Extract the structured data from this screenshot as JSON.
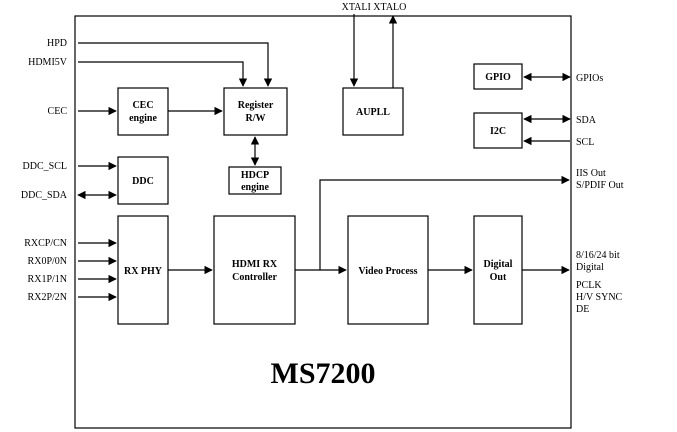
{
  "chip_title": "MS7200",
  "blocks": {
    "cec_engine": [
      "CEC",
      "engine"
    ],
    "register_rw": [
      "Register",
      "R/W"
    ],
    "aupll": [
      "AUPLL"
    ],
    "gpio": [
      "GPIO"
    ],
    "i2c": [
      "I2C"
    ],
    "hdcp_engine": [
      "HDCP",
      "engine"
    ],
    "ddc": [
      "DDC"
    ],
    "rx_phy": [
      "RX PHY"
    ],
    "hdmi_rx_controller": [
      "HDMI RX",
      "Controller"
    ],
    "video_process": [
      "Video Process"
    ],
    "digital_out": [
      "Digital",
      "Out"
    ]
  },
  "signals_left": {
    "hpd": "HPD",
    "hdmi5v": "HDMI5V",
    "cec": "CEC",
    "ddc_scl": "DDC_SCL",
    "ddc_sda": "DDC_SDA",
    "rxcp": "RXCP/CN",
    "rx0p": "RX0P/0N",
    "rx1p": "RX1P/1N",
    "rx2p": "RX2P/2N"
  },
  "signals_top": {
    "xtal": "XTALI XTALO"
  },
  "signals_right": {
    "gpios": "GPIOs",
    "sda": "SDA",
    "scl": "SCL",
    "iis_out": "IIS Out",
    "spdif_out": "S/PDIF Out",
    "bit_depth": "8/16/24 bit",
    "digital": "Digital",
    "pclk": "PCLK",
    "hv_sync": "H/V SYNC",
    "de": "DE"
  }
}
